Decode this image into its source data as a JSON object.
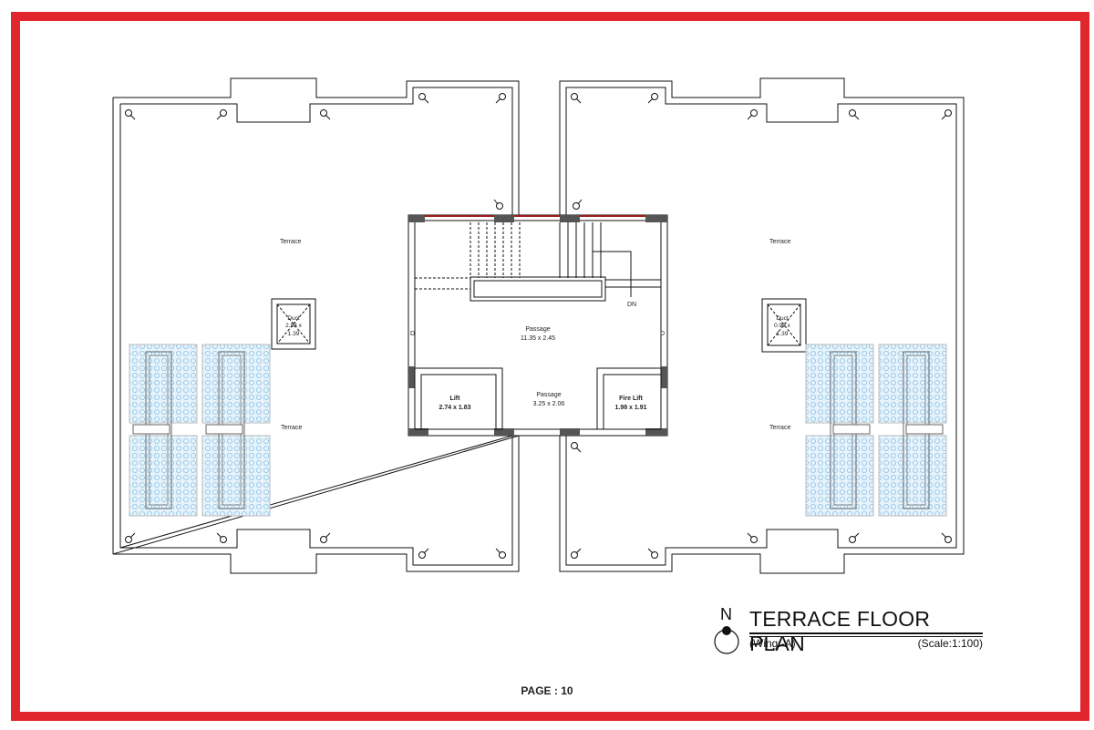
{
  "labels": {
    "terrace_left_top": "Terrace",
    "terrace_left_bottom": "Terrace",
    "terrace_right_top": "Terrace",
    "terrace_right_bottom": "Terrace",
    "duct_left_name": "Duct",
    "duct_left_dim1": "2.98 x",
    "duct_left_dim2": "1.39",
    "duct_right_name": "Duct",
    "duct_right_dim1": "0.99 x",
    "duct_right_dim2": "1.39",
    "passage_main_name": "Passage",
    "passage_main_dim": "11.35 x 2.45",
    "passage_small_name": "Passage",
    "passage_small_dim": "3.25 x 2.06",
    "lift_name": "Lift",
    "lift_dim": "2.74 x 1.83",
    "fire_lift_name": "Fire Lift",
    "fire_lift_dim": "1.98 x 1.91",
    "stair_dn": "DN",
    "door_left": "D",
    "door_right": "D"
  },
  "title": {
    "main": "TERRACE FLOOR PLAN",
    "wing": "(Wing:-A)",
    "scale": "(Scale:1:100)",
    "north": "N"
  },
  "page": "PAGE : 10",
  "colors": {
    "frame": "#e1262d",
    "wall": "#111111",
    "column": "#555555",
    "solar_panel": "#cfe8f7",
    "stair_edge": "#9b1b1b"
  }
}
